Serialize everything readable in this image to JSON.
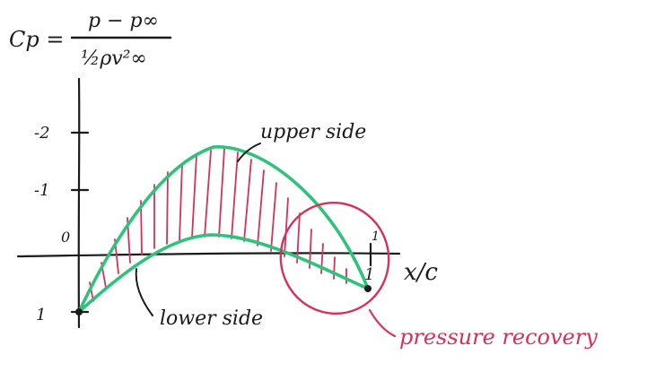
{
  "formula": {
    "lhs": "Cp =",
    "numerator": "p − p∞",
    "denominator": "½ρv²∞"
  },
  "axes": {
    "y_ticks": [
      "-2",
      "-1",
      "0",
      "1"
    ],
    "x_tick": "1",
    "x_end_tick": "1",
    "x_label": "x/c"
  },
  "labels": {
    "upper": "upper side",
    "lower": "lower side",
    "recovery": "pressure recovery"
  },
  "colors": {
    "ink": "#1b1b1b",
    "green": "#2fc27a",
    "red": "#d4325a"
  }
}
